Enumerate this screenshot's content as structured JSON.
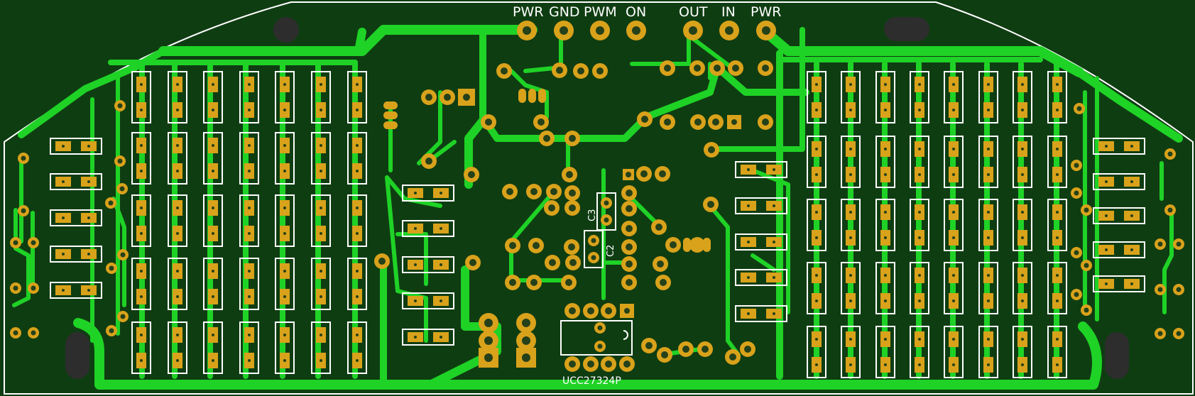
{
  "board": {
    "colors": {
      "substrate": "#0f3d12",
      "copper": "#1fd226",
      "pad": "#d9a21b",
      "drill": "#24411a",
      "silkscreen": "#ffffff",
      "mount_hole": "#2d2d2d"
    },
    "connector_labels": [
      "PWR",
      "GND",
      "PWM",
      "ON",
      "OUT",
      "IN",
      "PWR"
    ],
    "component_labels": {
      "c3": "C3",
      "c2": "C2",
      "ic_part": "UCC27324P"
    }
  }
}
